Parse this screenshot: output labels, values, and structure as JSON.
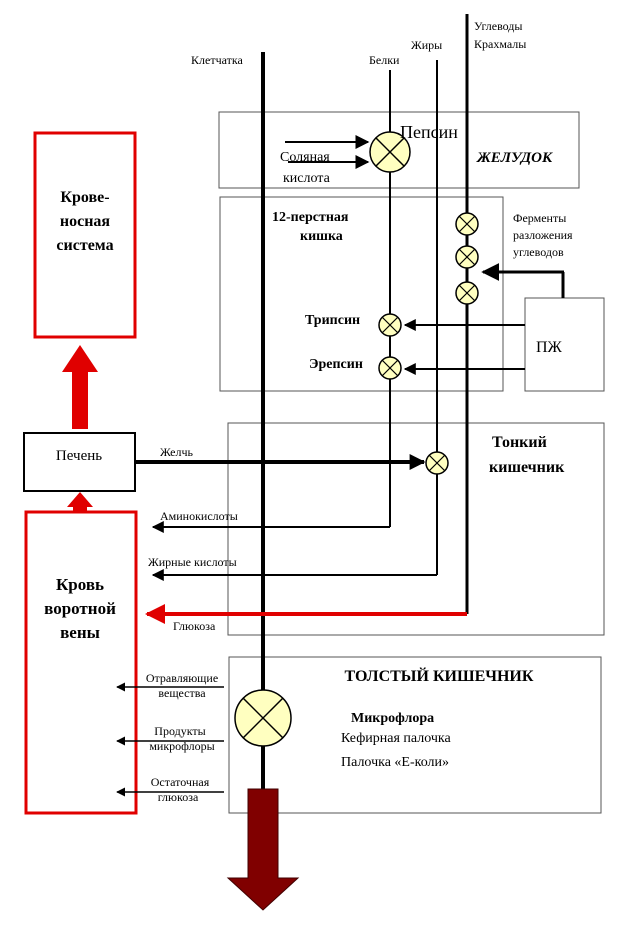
{
  "labels": {
    "fiber": "Клетчатка",
    "proteins": "Белки",
    "fats": "Жиры",
    "carbs_line1": "Углеводы",
    "carbs_line2": "Крахмалы",
    "pepsin": "Пепсин",
    "stomach": "ЖЕЛУДОК",
    "hcl_line1": "Соляная",
    "hcl_line2": "кислота",
    "duodenum_line1": "12-перстная",
    "duodenum_line2": "кишка",
    "enzymes_line1": "Ферменты",
    "enzymes_line2": "разложения",
    "enzymes_line3": "углеводов",
    "trypsin": "Трипсин",
    "erepsin": "Эрепсин",
    "pancreas": "ПЖ",
    "blood_system_line1": "Крове-",
    "blood_system_line2": "носная",
    "blood_system_line3": "система",
    "liver": "Печень",
    "bile": "Желчь",
    "small_int_line1": "Тонкий",
    "small_int_line2": "кишечник",
    "amino": "Аминокислоты",
    "fatty": "Жирные кислоты",
    "glucose": "Глюкоза",
    "portal_line1": "Кровь",
    "portal_line2": "воротной",
    "portal_line3": "вены",
    "large_int": "ТОЛСТЫЙ КИШЕЧНИК",
    "microflora": "Микрофлора",
    "kefir": "Кефирная палочка",
    "ecoli": "Палочка «Е-коли»",
    "toxic_line1": "Отравляющие",
    "toxic_line2": "вещества",
    "products_line1": "Продукты",
    "products_line2": "микрофлоры",
    "residual_line1": "Остаточная",
    "residual_line2": "глюкоза"
  },
  "colors": {
    "line": "#000000",
    "red": "#e00000",
    "enzyme_fill": "#ffffc0",
    "exit_arrow": "#800000",
    "box_border": "#555555"
  }
}
